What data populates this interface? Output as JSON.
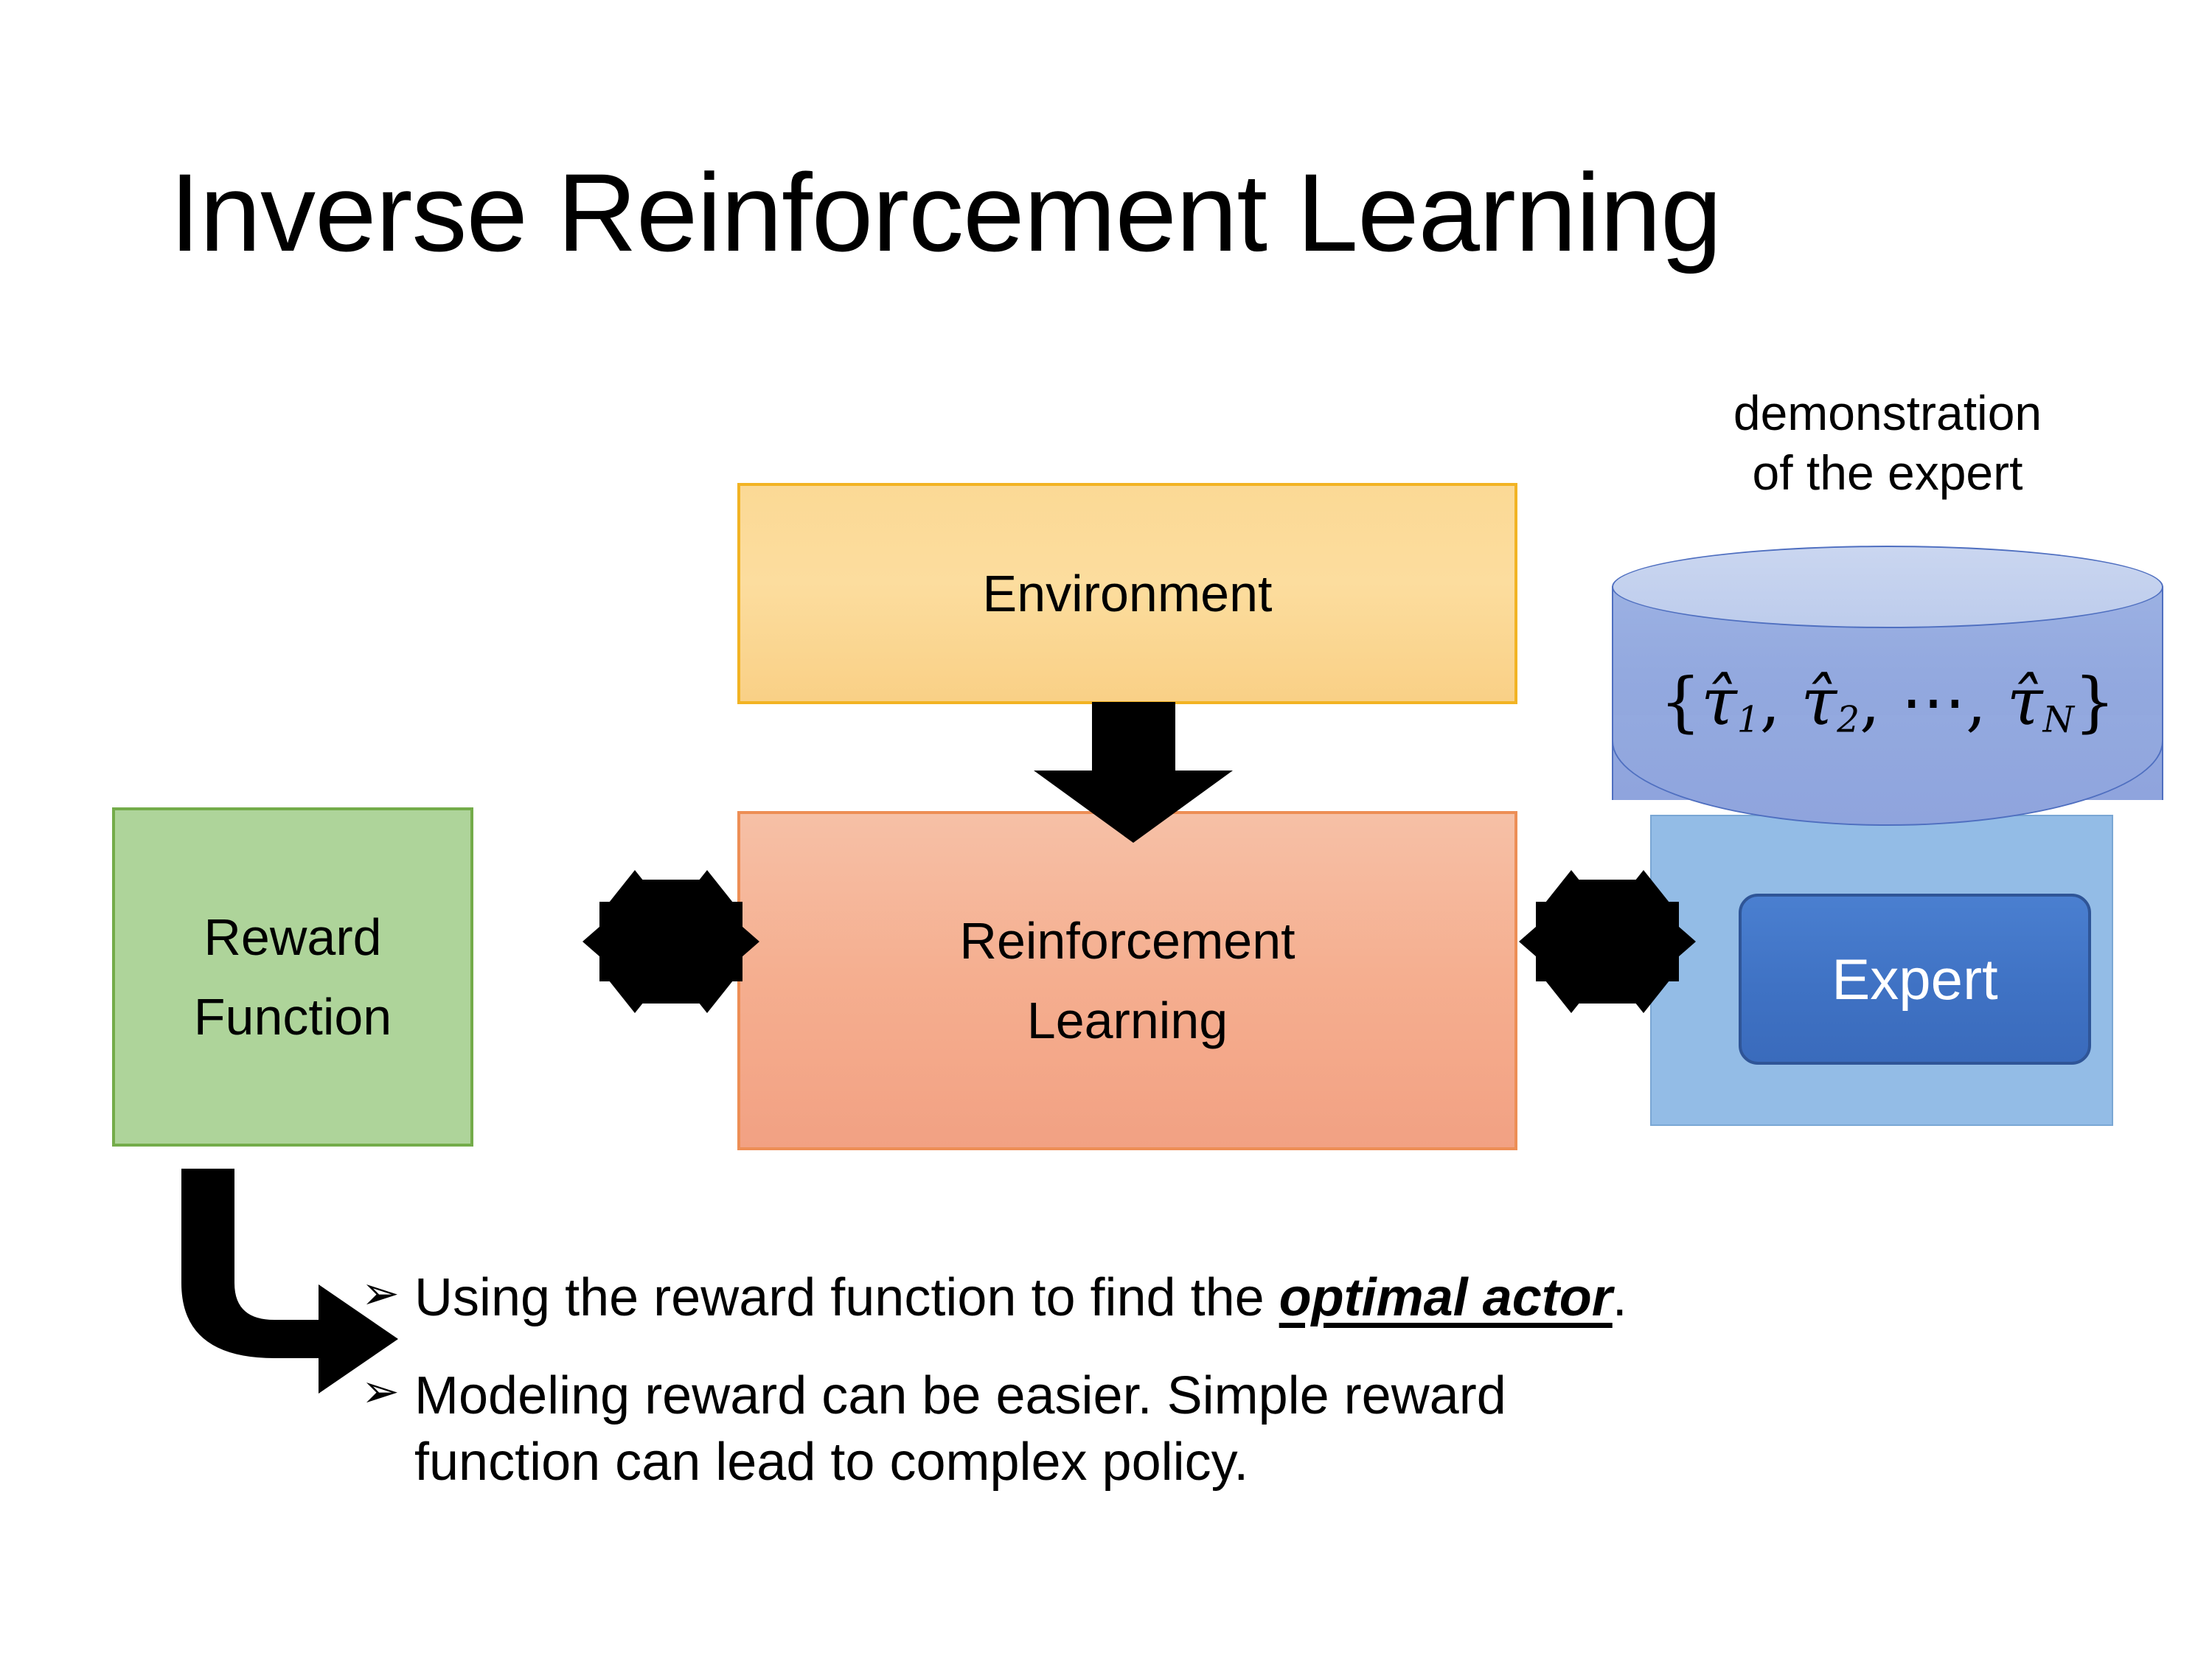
{
  "slide": {
    "title": "Inverse Reinforcement Learning",
    "background_color": "#FFFFFF"
  },
  "diagram": {
    "environment_box": {
      "label": "Environment",
      "fill_color": "#FBD995",
      "border_color": "#F2B323"
    },
    "rl_box": {
      "label_line1": "Reinforcement",
      "label_line2": "Learning",
      "fill_color": "#F5AE8F",
      "border_color": "#ED8E55"
    },
    "reward_box": {
      "label_line1": "Reward",
      "label_line2": "Function",
      "fill_color": "#AED49A",
      "border_color": "#74AC4A"
    },
    "expert_group": {
      "caption_line1": "demonstration",
      "caption_line2": "of the expert",
      "cylinder_label": "{τ̂1, τ̂2, ⋯, τ̂N}",
      "cylinder_fill": "#93A9DF",
      "cylinder_top_fill": "#C4D1EE",
      "cylinder_border": "#4F6FC0",
      "panel_fill": "#93BCE6",
      "panel_border": "#7AA7D4",
      "expert_label": "Expert",
      "expert_fill": "#3F72C4",
      "expert_border": "#2F5597",
      "expert_text_color": "#FFFFFF"
    },
    "arrows": {
      "environment_to_rl": "down-arrow",
      "reward_to_rl": "quad-arrow",
      "rl_to_expert": "quad-arrow",
      "reward_to_bullets": "elbow-arrow",
      "color": "#000000"
    }
  },
  "bullets": [
    {
      "marker": "➢",
      "text_before": "Using the reward function to find the ",
      "emphasis": "optimal actor",
      "text_after": "."
    },
    {
      "marker": "➢",
      "line1": "Modeling reward can be easier. Simple reward",
      "line2": "function can lead to complex policy."
    }
  ]
}
